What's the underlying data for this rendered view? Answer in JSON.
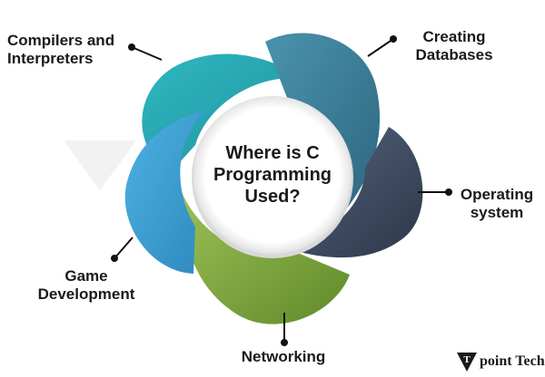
{
  "center": {
    "lines": [
      "Where is C",
      "Programming",
      "Used?"
    ]
  },
  "segments": [
    {
      "label": "Compilers and\nInterpreters",
      "color": "#2ba9b5"
    },
    {
      "label": "Creating\nDatabases",
      "color": "#3d7d95"
    },
    {
      "label": "Operating\nsystem",
      "color": "#3e4b61"
    },
    {
      "label": "Networking",
      "color": "#7aa33c"
    },
    {
      "label": "Game\nDevelopment",
      "color": "#3c9fd3"
    }
  ],
  "brand": {
    "text": "point Tech",
    "logo_letter": "T"
  }
}
